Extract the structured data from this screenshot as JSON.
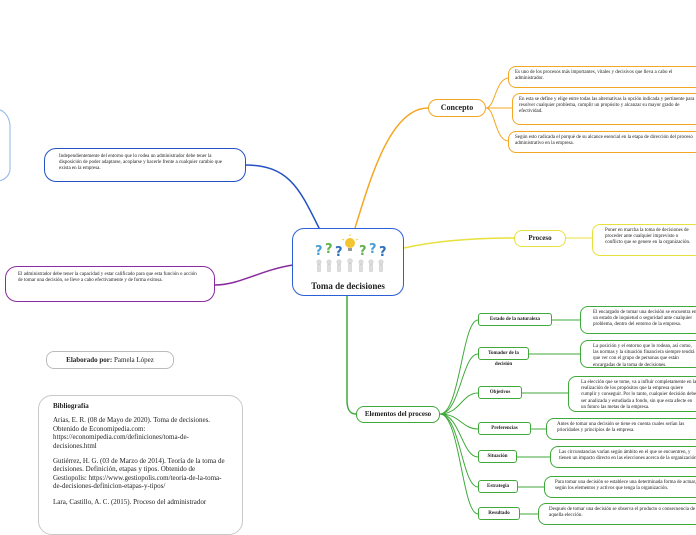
{
  "central": {
    "title": "Toma de decisiones",
    "icon": "question-people-icon"
  },
  "left": {
    "blue_note": "Independientemente del entorno que lo rodea un administrador debe tener la disposición de poder adaptarse, acoplarse y hacerle frente a cualquier cambio que exista en la empresa.",
    "purple_note": "El administrador debe tener la capacidad y estar calificado para que esta función o acción de tomar una decisión, se lleve a cabo efectivamente y de forma exitosa.",
    "author_label": "Elaborado por:",
    "author_name": " Pamela López"
  },
  "bibliography": {
    "title": "Bibliografía",
    "refs": [
      "Arias, E. R. (08 de Mayo de 2020). Toma de decisiones. Obtenido de Economipedia.com: https://economipedia.com/definiciones/toma-de-decisiones.html",
      "Gutiérrez, H. G. (03 de Marzo de 2014). Teoría de la toma de decisiones. Definición, etapas y tipos. Obtenido de Gestiopolis: https://www.gestiopolis.com/teoria-de-la-toma-de-decisiones-definicion-etapas-y-tipos/",
      "Lara, Castillo, A. C. (2015). Proceso del administrador"
    ]
  },
  "concepto": {
    "label": "Concepto",
    "items": [
      "Es uno de los procesos más importantes, vitales y decisivos que lleva a cabo el administrador.",
      "En esta se define y elige entre todas las alternativas la opción indicada y pertinente para resolver cualquier problema, cumplir un propósito y alcanzar su mayor grado de efectividad.",
      "Según esto radicada el porqué de su alcance esencial en la etapa de dirección del proceso administrativo en la empresa."
    ]
  },
  "proceso": {
    "label": "Proceso",
    "text": "Poner en marcha la toma de decisiones de proceder ante cualquier imprevisto o conflicto que se genere en la organización."
  },
  "elementos": {
    "label": "Elementos del proceso",
    "items": [
      {
        "label": "Estado de la naturaleza",
        "text": "El encargado de tomar una decisión se encuentra en un estado de inquietud o seguridad ante cualquier problema, dentro del entorno de la empresa."
      },
      {
        "label": "Tomador de la decisión",
        "text": "La posición y el entorno que lo rodean, así como, las normas y la situación financiera siempre tendrá que ver con el grupo de personas que están encargadas de la toma de decisiones."
      },
      {
        "label": "Objetivos",
        "text": "La elección que se tome, va a influir completamente en la realización de los propósitos que la empresa quiere cumplir y conseguir. Por lo tanto, cualquier decisión debe ser analizada y estudiada a fondo, sin que esta afecte en un futuro las metas de la empresa."
      },
      {
        "label": "Preferencias",
        "text": "Antes de tomar una decisión se tiene en cuenta cuales serían las prioridades y principios de la empresa."
      },
      {
        "label": "Situación",
        "text": "Las circunstancias varían según ámbito en el que se encuentren, y tienen un impacto directo en las elecciones acerca de la organización."
      },
      {
        "label": "Estrategia",
        "text": "Para tomar una decisión se establece una determinada forma de actuar, según los elementos y activos que tenga la organización."
      },
      {
        "label": "Resultado",
        "text": "Después de tomar una decisión se observa el producto o consecuencia de aquella elección."
      }
    ]
  },
  "colors": {
    "blue": "#2452c4",
    "orange": "#f5a623",
    "yellow": "#e8e03c",
    "green": "#3fa93a",
    "purple": "#8a2a9e",
    "gray": "#c8c8c8"
  }
}
